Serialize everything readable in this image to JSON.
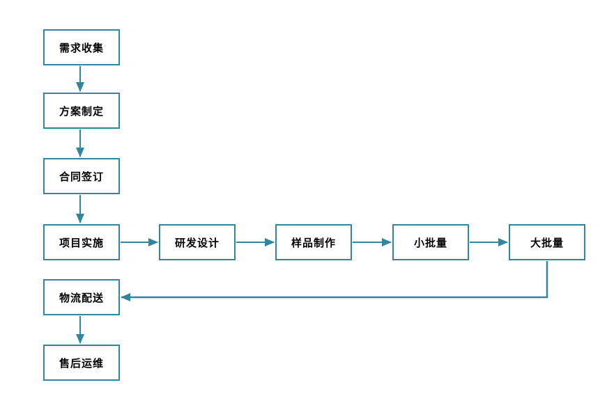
{
  "diagram": {
    "type": "flowchart",
    "accent_color": "#31859C",
    "box_fill_color": "#ffffff",
    "text_color": "#000000",
    "nodes": [
      {
        "id": "requirements",
        "label": "需求收集"
      },
      {
        "id": "plan",
        "label": "方案制定"
      },
      {
        "id": "contract",
        "label": "合同签订"
      },
      {
        "id": "implementation",
        "label": "项目实施"
      },
      {
        "id": "rd-design",
        "label": "研发设计"
      },
      {
        "id": "sample-making",
        "label": "样品制作"
      },
      {
        "id": "small-batch",
        "label": "小批量"
      },
      {
        "id": "large-batch",
        "label": "大批量"
      },
      {
        "id": "logistics",
        "label": "物流配送"
      },
      {
        "id": "after-sales",
        "label": "售后运维"
      }
    ],
    "edges": [
      {
        "from": "需求收集",
        "to": "方案制定"
      },
      {
        "from": "方案制定",
        "to": "合同签订"
      },
      {
        "from": "合同签订",
        "to": "项目实施"
      },
      {
        "from": "项目实施",
        "to": "研发设计"
      },
      {
        "from": "研发设计",
        "to": "样品制作"
      },
      {
        "from": "样品制作",
        "to": "小批量"
      },
      {
        "from": "小批量",
        "to": "大批量"
      },
      {
        "from": "大批量",
        "to": "物流配送"
      },
      {
        "from": "物流配送",
        "to": "售后运维"
      }
    ]
  }
}
